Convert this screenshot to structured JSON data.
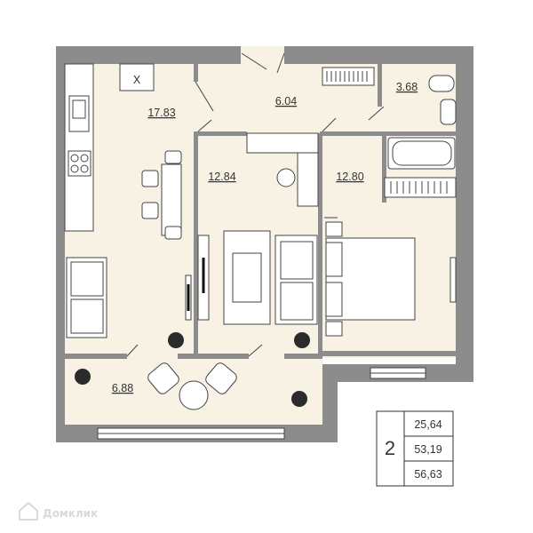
{
  "plan": {
    "colors": {
      "wall": "#8c8c8c",
      "floor": "#f7f2e4",
      "line": "#444444",
      "plant": "#2b2b2b"
    },
    "rooms": [
      {
        "id": "kitchen",
        "label": "17.83"
      },
      {
        "id": "hall",
        "label": "6.04"
      },
      {
        "id": "bathroom",
        "label": "3.68"
      },
      {
        "id": "living",
        "label": "12.84"
      },
      {
        "id": "bedroom",
        "label": "12.80"
      },
      {
        "id": "balcony",
        "label": "6.88"
      }
    ],
    "ventilation_mark": "X"
  },
  "legend": {
    "rooms_count": "2",
    "values": [
      "25,64",
      "53,19",
      "56,63"
    ]
  },
  "watermark": "Домклик"
}
